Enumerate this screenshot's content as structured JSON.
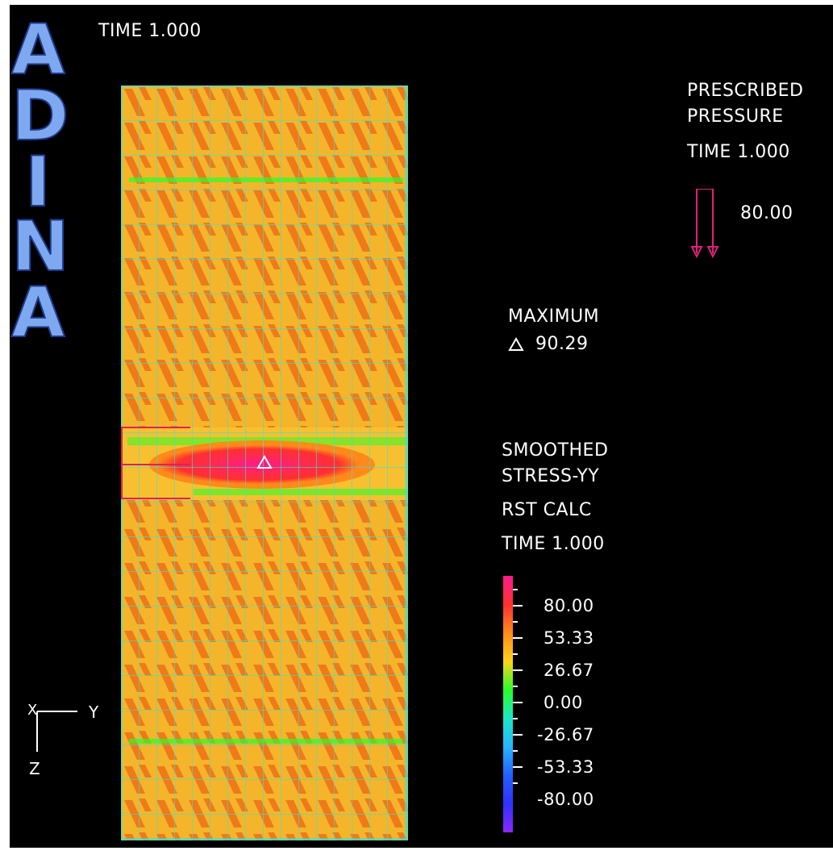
{
  "logo": {
    "letters": [
      "A",
      "D",
      "I",
      "N",
      "A"
    ]
  },
  "header": {
    "time_label": "TIME 1.000"
  },
  "pressure_legend": {
    "line1": "PRESCRIBED",
    "line2": "PRESSURE",
    "time": "TIME 1.000",
    "value": "80.00",
    "arrow_color": "#e0207a"
  },
  "maximum": {
    "title": "MAXIMUM",
    "value": "90.29",
    "marker_icon": "triangle-marker-icon"
  },
  "result_legend": {
    "line1": "SMOOTHED",
    "line2": "STRESS-YY",
    "line3": "RST CALC",
    "time": "TIME 1.000",
    "scale_values": [
      "80.00",
      "53.33",
      "26.67",
      "0.00",
      "-26.67",
      "-53.33",
      "-80.00"
    ],
    "scale_colors": [
      "#ff1a8c",
      "#ff3030",
      "#ff8a1a",
      "#ffd21a",
      "#28ff28",
      "#1ae8c8",
      "#28b4ff",
      "#2060ff",
      "#3030ff",
      "#8a28ff"
    ]
  },
  "axes": {
    "horizontal": "Y",
    "vertical": "Z",
    "origin": "X"
  },
  "colors": {
    "background": "#000000",
    "mesh_lines": "#40e0d0",
    "logo_fill": "#7ea8f0",
    "fill_main": "#f5b52a",
    "fill_stripe": "#ee7a1a"
  }
}
